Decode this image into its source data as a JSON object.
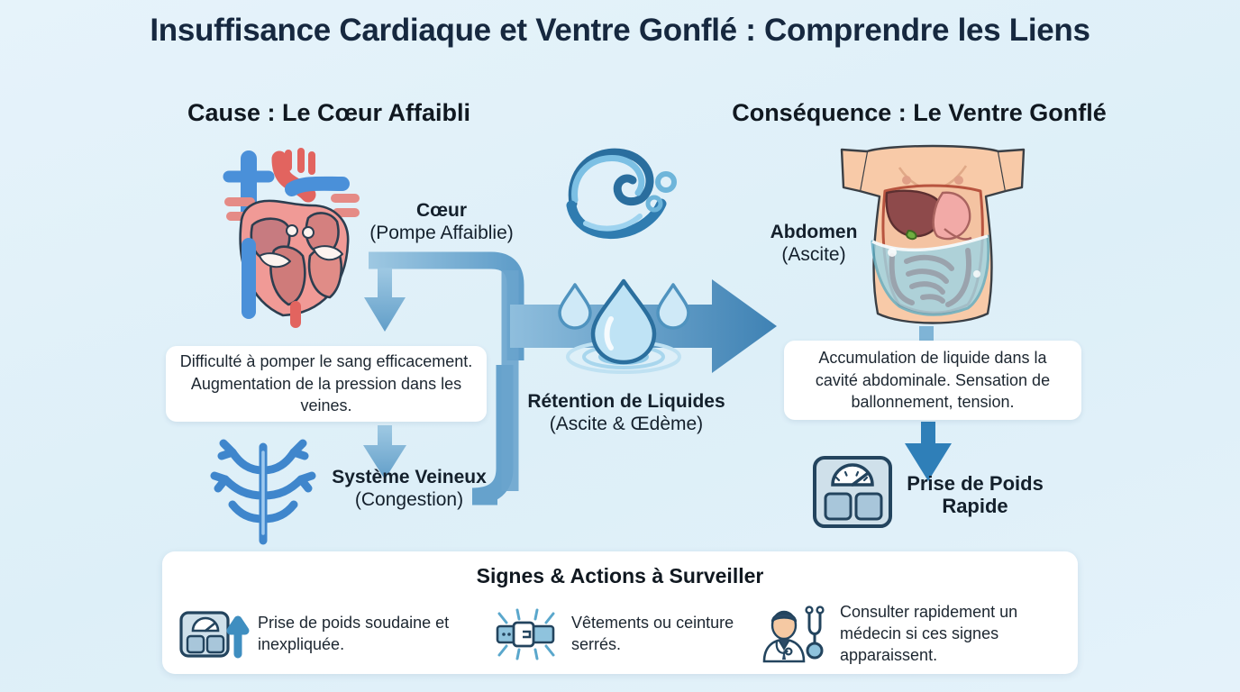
{
  "title": "Insuffisance Cardiaque et Ventre Gonflé : Comprendre les Liens",
  "colors": {
    "background": "#e3f2fa",
    "title_text": "#16283f",
    "heading_text": "#101820",
    "arrow_blue": "#5b9ac6",
    "arrow_blue_dark": "#3f82b4",
    "card_bg": "#ffffff",
    "body_text": "#1c2630",
    "heart_red": "#e87b7b",
    "vein_blue": "#4a90d9",
    "skin": "#f6c9a8",
    "fluid_blue": "#a8d8e8"
  },
  "columns": {
    "left_heading": "Cause : Le Cœur Affaibli",
    "right_heading": "Conséquence : Le Ventre Gonflé"
  },
  "nodes": {
    "heart": {
      "icon": "heart-anatomy-icon",
      "title": "Cœur",
      "subtitle": "(Pompe Affaiblie)"
    },
    "veins": {
      "icon": "vein-tree-icon",
      "title": "Système Veineux",
      "subtitle": "(Congestion)"
    },
    "fluid": {
      "icon": "water-droplet-icon",
      "title": "Rétention de Liquides",
      "subtitle": "(Ascite & Œdème)"
    },
    "abdomen": {
      "icon": "abdomen-torso-icon",
      "title": "Abdomen",
      "subtitle": "(Ascite)"
    },
    "weight": {
      "icon": "weight-scale-icon",
      "title": "Prise de Poids",
      "subtitle": "Rapide"
    },
    "wave": {
      "icon": "wave-icon"
    }
  },
  "cards": {
    "left": "Difficulté à pomper le sang efficacement. Augmentation de la pression dans les veines.",
    "right": "Accumulation de liquide dans la cavité abdominale. Sensation de ballonnement, tension."
  },
  "bottom": {
    "heading": "Signes & Actions à Surveiller",
    "items": [
      {
        "icon": "weight-scale-up-icon",
        "text": "Prise de poids soudaine et inexpliquée."
      },
      {
        "icon": "tight-belt-icon",
        "text": "Vêtements ou ceinture serrés."
      },
      {
        "icon": "doctor-stethoscope-icon",
        "text": "Consulter rapidement un médecin si ces signes apparaissent."
      }
    ]
  }
}
